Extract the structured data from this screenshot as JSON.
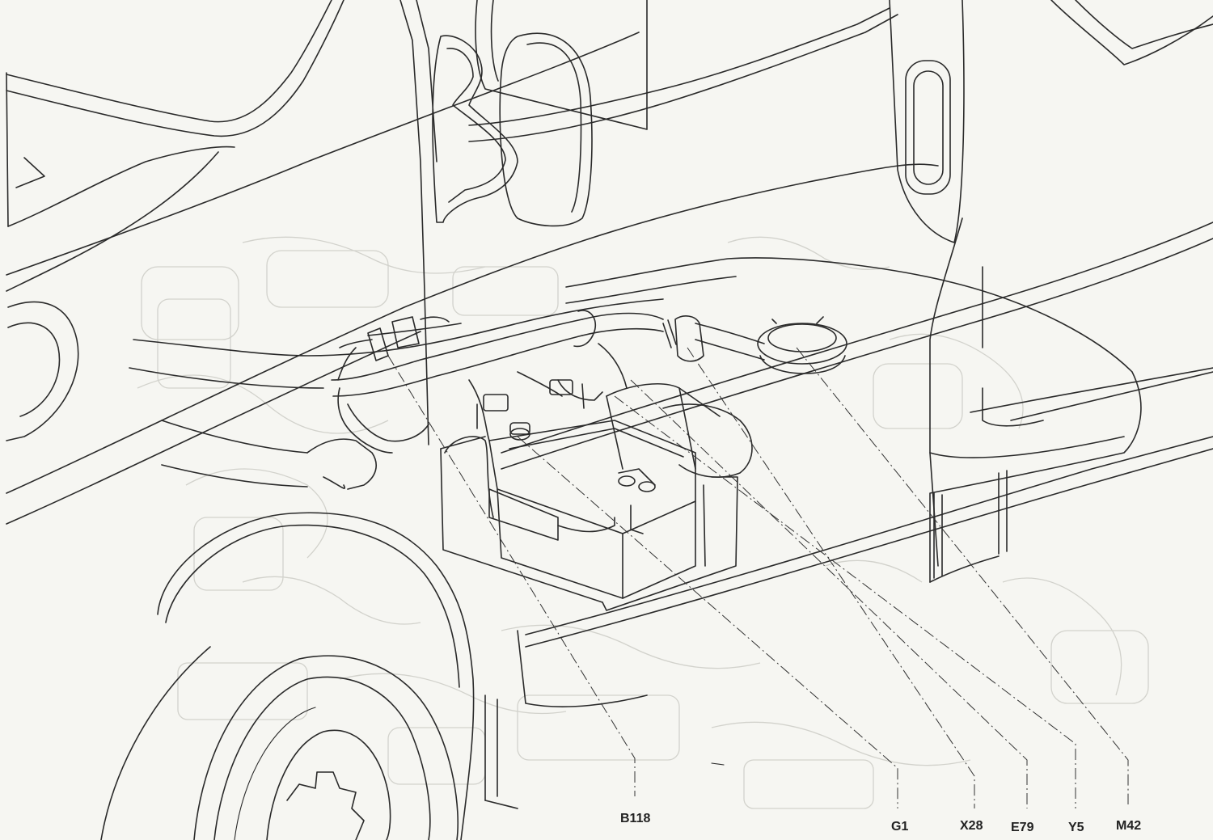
{
  "labels": {
    "b118": "B118",
    "g1": "G1",
    "x28": "X28",
    "e79": "E79",
    "y5": "Y5",
    "m42": "M42"
  },
  "colors": {
    "line": "#2a2a2a",
    "paper": "#f6f6f2",
    "show_through": "#d2d2cc"
  }
}
